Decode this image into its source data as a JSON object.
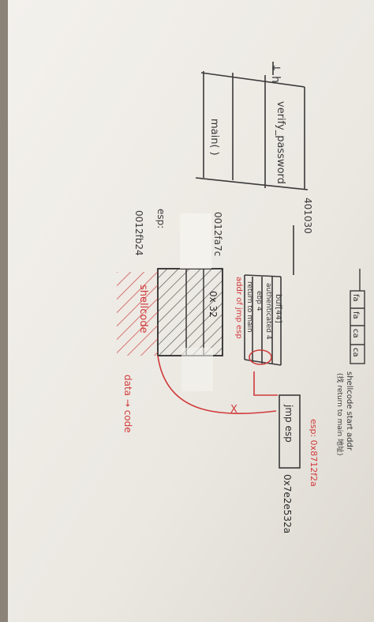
{
  "image": {
    "description_free": true,
    "ink_colors": {
      "pencil": "#3a3a3a",
      "red": "#d03a3a",
      "paper": "#ece9e3"
    }
  },
  "stack_left": {
    "box_labels": [
      "main( )",
      "verify_password"
    ],
    "address_label": "401030",
    "arrow_glyph": "↓ h"
  },
  "middle": {
    "addr_top": "0012fa7c",
    "addr_esp_label": "esp:",
    "addr_esp_value": "0012fb24",
    "cells": [
      "0x 32"
    ],
    "shellcode_label": "shellcode",
    "data_to_code": "data → code"
  },
  "frame": {
    "top_cell": "buf[44]",
    "rows": [
      "authenticated 4",
      "ebp 4",
      "return to main"
    ],
    "red_note": "addr of jmp esp",
    "mark": "X"
  },
  "right": {
    "box": "jmp esp",
    "box_addr": "0x7e2e532a",
    "esp_note": "esp: 0x8712f2a",
    "top_boxes": [
      "fa",
      "fa",
      "ca",
      "ca"
    ],
    "shellcode_note": "shellcode start addr",
    "shellcode_note2": "(找 return to main 地址)"
  }
}
